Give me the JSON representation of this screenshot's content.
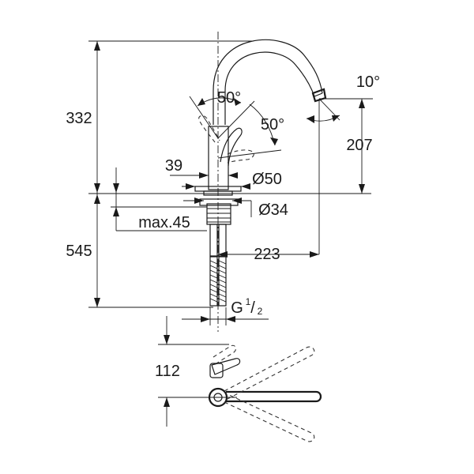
{
  "dimensions": {
    "total_height_above": "332",
    "base_to_top_below": "545",
    "spout_height": "207",
    "spout_reach": "223",
    "lever_angle_1": "50°",
    "lever_angle_2": "50°",
    "spout_tilt": "10°",
    "base_height": "39",
    "base_diameter": "Ø50",
    "hole_diameter": "Ø34",
    "max_thickness": "max.45",
    "connection_thread": "G",
    "connection_fraction_num": "1",
    "connection_fraction_den": "2",
    "lever_clearance": "112"
  }
}
